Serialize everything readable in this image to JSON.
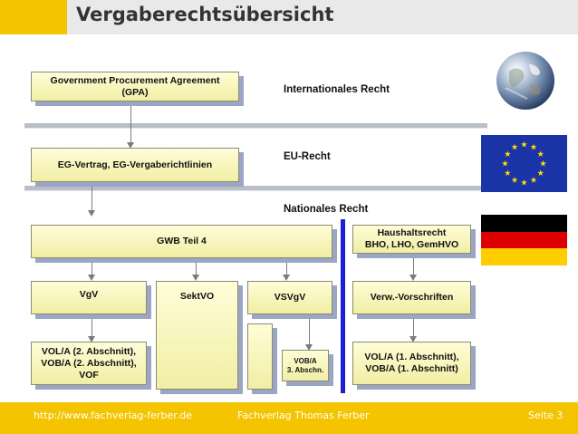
{
  "title": "Vergaberechtsübersicht",
  "sections": {
    "international": "Internationales Recht",
    "eu": "EU-Recht",
    "national": "Nationales Recht"
  },
  "boxes": {
    "gpa": "Government Procurement Agreement\n(GPA)",
    "eg": "EG-Vertrag, EG-Vergaberichtlinien",
    "gwb": "GWB Teil 4",
    "haushalt": "Haushaltsrecht\nBHO, LHO, GemHVO",
    "vgv": "VgV",
    "sektvo": "SektVO",
    "vsvgv": "VSVgV",
    "verw": "Verw.-Vorschriften",
    "vol2": "VOL/A (2. Abschnitt),\nVOB/A (2. Abschnitt),\nVOF",
    "vob3": "VOB/A\n3. Abschn.",
    "vol1": "VOL/A (1. Abschnitt),\nVOB/A (1. Abschnitt)"
  },
  "footer": {
    "url": "http://www.fachverlag-ferber.de",
    "publisher": "Fachverlag Thomas Ferber",
    "page": "Seite 3"
  },
  "colors": {
    "accent": "#f5c400",
    "box_fill": "#fffdd8",
    "box_shadow": "#9aa6c3",
    "divider_line": "#1d1fd6",
    "eu_blue": "#1a34a8",
    "eu_star": "#ffdd00"
  },
  "icons": [
    "earth-globe-icon",
    "eu-flag-icon",
    "german-flag-icon"
  ]
}
